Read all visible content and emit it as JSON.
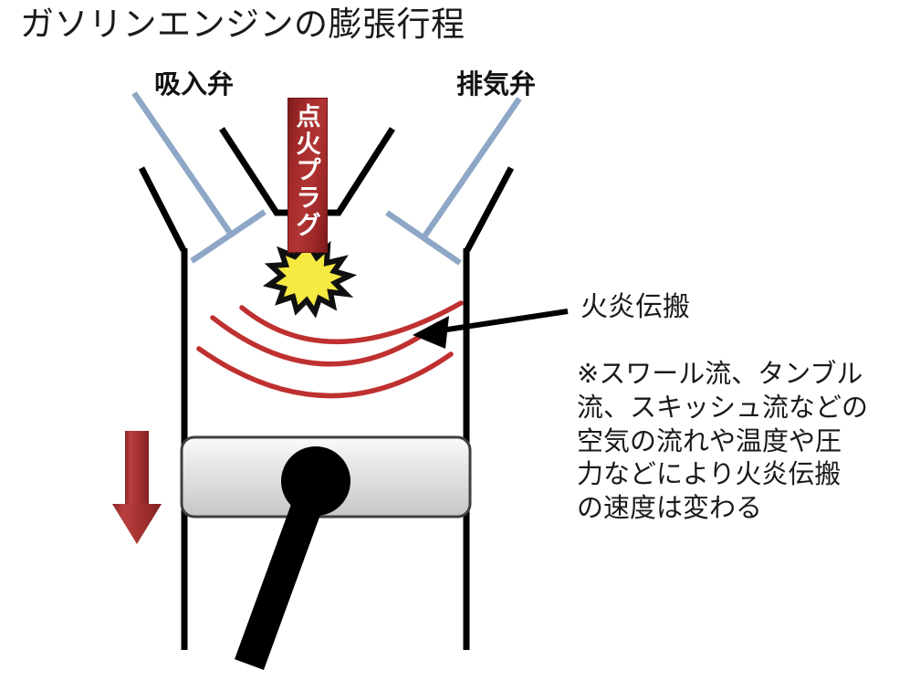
{
  "title": "ガソリンエンジンの膨張行程",
  "labels": {
    "intake_valve": "吸入弁",
    "exhaust_valve": "排気弁",
    "spark_plug": "点火プラグ",
    "spark_plug_chars": [
      "点",
      "火",
      "プ",
      "ラ",
      "グ"
    ],
    "flame_propagation": "火炎伝搬"
  },
  "note": "※スワール流、タンブル\n流、スキッシュ流などの\n空気の流れや温度や圧\n力などにより火炎伝搬\nの速度は変わる",
  "colors": {
    "background": "#ffffff",
    "text": "#1a1a1a",
    "cylinder_wall": "#000000",
    "valve_stem": "#8ea7c6",
    "spark_plug_body": "#a52a2a",
    "spark_burst_fill": "#f5e942",
    "spark_burst_outline": "#000000",
    "flame_front": "#bf3030",
    "piston_fill_top": "#f2f2f2",
    "piston_fill_bottom": "#c9c9c9",
    "piston_border": "#3a3a3a",
    "connecting_rod": "#000000",
    "motion_arrow": "#a83232",
    "callout_arrow": "#000000"
  },
  "parts": {
    "cylinder": "cylinder-body",
    "piston": "piston",
    "connecting_rod": "connecting-rod",
    "intake_valve": "intake-valve",
    "exhaust_valve": "exhaust-valve",
    "spark_burst": "spark-burst",
    "flame_fronts": 3,
    "motion_arrow_direction": "down"
  }
}
